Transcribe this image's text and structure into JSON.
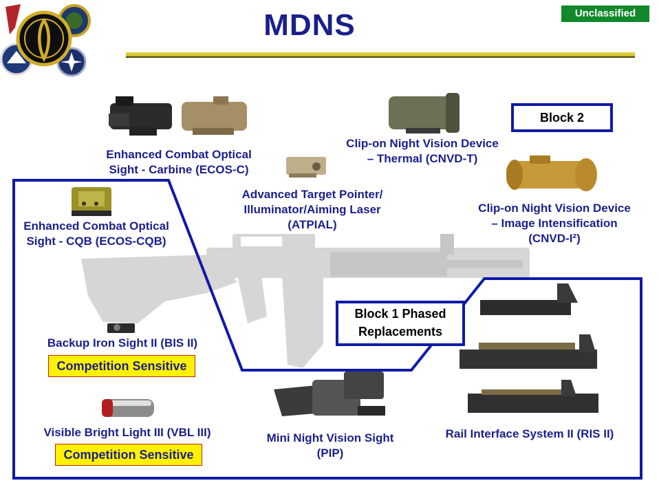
{
  "header": {
    "title": "MDNS",
    "classification": "Unclassified"
  },
  "blocks": {
    "block2": "Block 2",
    "block1_line1": "Block 1 Phased",
    "block1_line2": "Replacements"
  },
  "items": {
    "ecos_c": {
      "line1": "Enhanced Combat Optical",
      "line2": "Sight - Carbine (ECOS-C)"
    },
    "cnvd_t": {
      "line1": "Clip-on Night Vision Device",
      "line2": "– Thermal (CNVD-T)"
    },
    "atpial": {
      "line1": "Advanced Target Pointer/",
      "line2": "Illuminator/Aiming Laser",
      "line3": "(ATPIAL)"
    },
    "cnvd_i2": {
      "line1": "Clip-on Night Vision Device",
      "line2": "– Image Intensification",
      "line3": "(CNVD-I²)"
    },
    "ecos_cqb": {
      "line1": "Enhanced Combat Optical",
      "line2": "Sight - CQB (ECOS-CQB)"
    },
    "bis": {
      "line1": "Backup Iron Sight II  (BIS II)",
      "badge": "Competition Sensitive"
    },
    "vbl": {
      "line1": "Visible Bright Light III (VBL III)",
      "badge": "Competition Sensitive"
    },
    "pip": {
      "line1": "Mini Night Vision Sight",
      "line2": "(PIP)"
    },
    "ris": {
      "line1": "Rail Interface System II (RIS II)"
    }
  },
  "colors": {
    "navy_text": "#1a1f8c",
    "block_border": "#0f1aa8",
    "classification_bg": "#11882a",
    "badge_bg": "#fff200"
  }
}
